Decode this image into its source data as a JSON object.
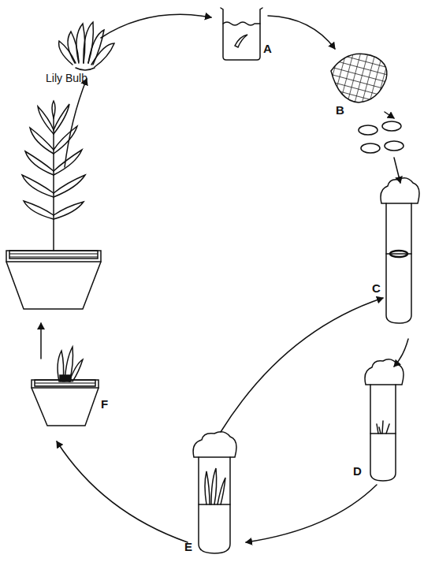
{
  "diagram": {
    "labels": [
      "Lily Bulb",
      "A",
      "B",
      "C",
      "D",
      "E",
      "F"
    ]
  }
}
